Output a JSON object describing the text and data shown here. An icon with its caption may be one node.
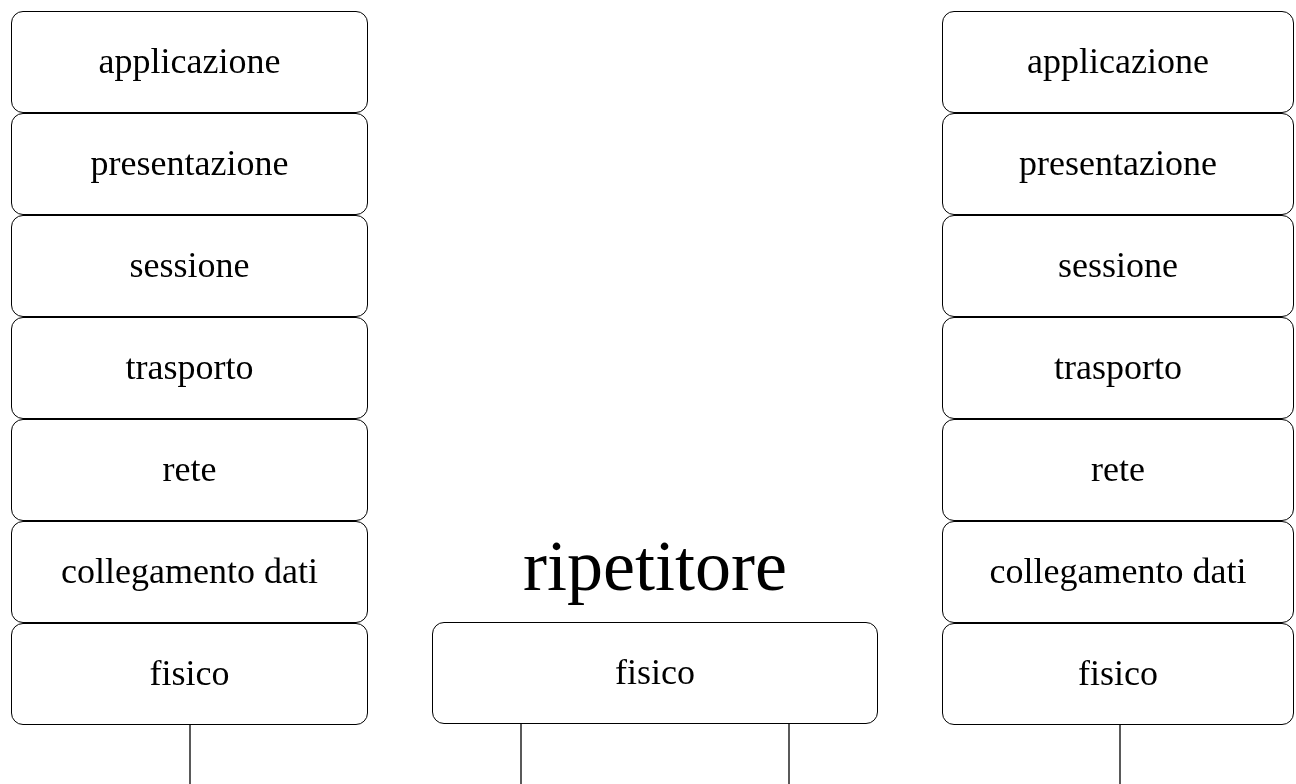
{
  "diagram": {
    "nodes": [
      {
        "text": [
          "applicazione"
        ]
      },
      {
        "text": [
          "presentazione"
        ]
      },
      {
        "text": [
          "sessione"
        ]
      },
      {
        "text": [
          "trasporto"
        ]
      },
      {
        "text": [
          "rete"
        ]
      },
      {
        "text": [
          "collegamento dati"
        ]
      },
      {
        "text": [
          "fisico"
        ]
      },
      {
        "text": [
          "ripetitore",
          "fisico"
        ]
      },
      {
        "text": [
          "applicazione"
        ]
      },
      {
        "text": [
          "presentazione"
        ]
      },
      {
        "text": [
          "sessione"
        ]
      },
      {
        "text": [
          "trasporto"
        ]
      },
      {
        "text": [
          "rete"
        ]
      },
      {
        "text": [
          "collegamento dati"
        ]
      },
      {
        "text": [
          "fisico"
        ]
      }
    ],
    "edges": [
      {
        "from": 6,
        "to": null,
        "arrow": "none"
      },
      {
        "from": 7,
        "to": null,
        "arrow": "none"
      },
      {
        "from": 7,
        "to": null,
        "arrow": "none"
      },
      {
        "from": 14,
        "to": null,
        "arrow": "none"
      }
    ]
  }
}
